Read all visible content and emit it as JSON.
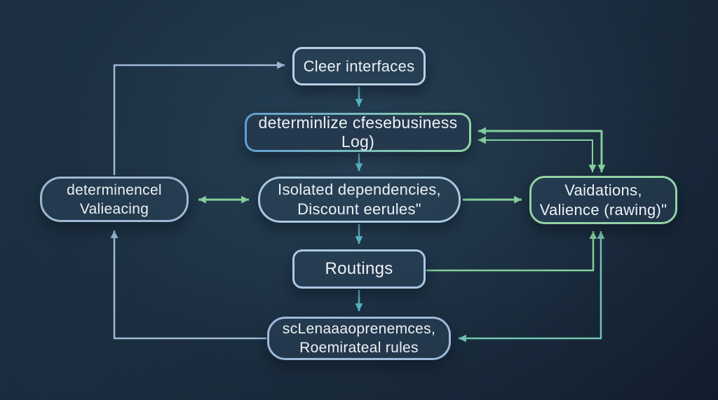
{
  "diagram": {
    "title": "",
    "background_colors": {
      "center_glow": "#2e4e62",
      "base_dark": "#111b2d"
    },
    "nodes": [
      {
        "id": "clear-interfaces",
        "lines": [
          "Cleer interfaces"
        ],
        "border_color": "#b7cfe6"
      },
      {
        "id": "business-logic",
        "lines": [
          "determinlize cfesebusiness Log)"
        ],
        "border_gradient": [
          "#5f9fd2",
          "#8fd4a6"
        ]
      },
      {
        "id": "determined-valuing",
        "lines": [
          "determinencel",
          "Valieacing"
        ],
        "border_color": "#9fb7d1"
      },
      {
        "id": "isolated-dependencies",
        "lines": [
          "Isolated dependencies,",
          "Discount eerules\""
        ],
        "border_color": "#a9c8de"
      },
      {
        "id": "validations",
        "lines": [
          "Vaidations,",
          "Valience (rawing)\""
        ],
        "border_color": "#92d2a6"
      },
      {
        "id": "routings",
        "lines": [
          "Routings"
        ],
        "border_color": "#abc8e4"
      },
      {
        "id": "scenario-rules",
        "lines": [
          "scLenaaaoprenemces,",
          "Roemirateal rules"
        ],
        "border_color": "#9fb9da"
      }
    ],
    "edges": [
      {
        "from": "determined-valuing",
        "to": "clear-interfaces",
        "arrows": "one-way",
        "route": "up-then-right elbow",
        "color": "#9db9d3"
      },
      {
        "from": "clear-interfaces",
        "to": "business-logic",
        "arrows": "one-way",
        "route": "straight down",
        "color": "#5cb6c4"
      },
      {
        "from": "business-logic",
        "to": "isolated-dependencies",
        "arrows": "one-way",
        "route": "straight down",
        "color": "#5cb6c4"
      },
      {
        "from": "determined-valuing",
        "to": "isolated-dependencies",
        "arrows": "two-way",
        "route": "horizontal",
        "color": "#84cf9c"
      },
      {
        "from": "isolated-dependencies",
        "to": "validations",
        "arrows": "one-way",
        "route": "horizontal",
        "color": "#84cf9c"
      },
      {
        "from": "isolated-dependencies",
        "to": "routings",
        "arrows": "one-way",
        "route": "straight down",
        "color": "#5cb6c4"
      },
      {
        "from": "routings",
        "to": "scenario-rules",
        "arrows": "one-way",
        "route": "straight down",
        "color": "#5cb6c4"
      },
      {
        "from": "routings",
        "to": "validations",
        "arrows": "one-way",
        "route": "right-then-up elbow",
        "color": "#84cf9c"
      },
      {
        "from": "validations",
        "to": "scenario-rules",
        "arrows": "two-way",
        "route": "down-then-left elbow",
        "color": "#72c5b0"
      },
      {
        "from": "validations",
        "to": "business-logic",
        "arrows": "two-way",
        "route": "upper parallel elbow",
        "color": "#84cf9c"
      },
      {
        "from": "validations",
        "to": "business-logic",
        "arrows": "two-way",
        "route": "lower parallel elbow",
        "color": "#84cf9c"
      },
      {
        "from": "scenario-rules",
        "to": "determined-valuing",
        "arrows": "one-way",
        "route": "left-then-up elbow",
        "color": "#9db9d3"
      }
    ]
  }
}
